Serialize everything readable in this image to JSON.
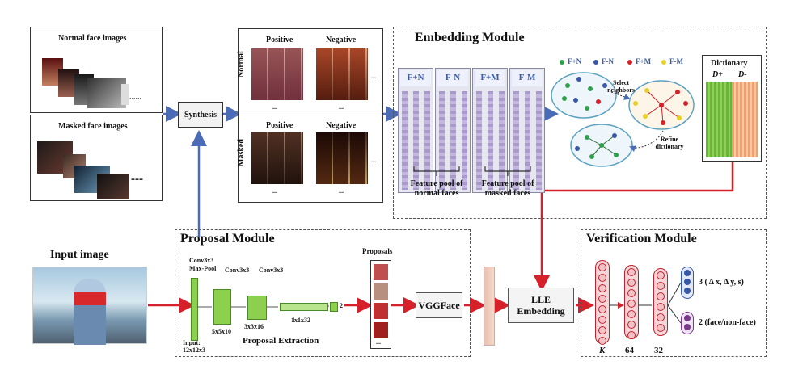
{
  "colors": {
    "red_arrow": "#d6202a",
    "blue_arrow": "#4a6bb5",
    "green": "#7dc242",
    "purple": "#a999cc",
    "orange": "#f2a97a"
  },
  "normal_box": {
    "title": "Normal face images",
    "ellipsis": "......"
  },
  "masked_box": {
    "title": "Masked face images",
    "ellipsis": "......"
  },
  "synthesis": {
    "label": "Synthesis"
  },
  "samples": {
    "positive": "Positive",
    "negative": "Negative",
    "normal_side": "Normal",
    "masked_side": "Masked",
    "more": "..."
  },
  "embedding": {
    "title": "Embedding Module",
    "fp_labels": [
      "F+N",
      "F-N",
      "F+M",
      "F-M"
    ],
    "pool_normal": "Feature pool of normal faces",
    "pool_masked": "Feature pool of masked faces",
    "legend": [
      "F+N",
      "F-N",
      "F+M",
      "F-M"
    ],
    "select_neighbors": "Select neighbors",
    "refine_dictionary": "Refine dictionary",
    "dictionary_title": "Dictionary",
    "d_plus": "D+",
    "d_minus": "D-"
  },
  "input": {
    "title": "Input image"
  },
  "proposal": {
    "title": "Proposal Module",
    "conv1": "Conv3x3 Max-Pool",
    "conv2": "Conv3x3",
    "conv3": "Conv3x3",
    "input_size": "Input: 12x12x3",
    "s1": "5x5x10",
    "s2": "3x3x16",
    "s3": "1x1x32",
    "out": "2",
    "extraction": "Proposal Extraction",
    "proposals": "Proposals",
    "more": "..."
  },
  "vggface": {
    "label": "VGGFace"
  },
  "lle": {
    "label": "LLE Embedding"
  },
  "verification": {
    "title": "Verification Module",
    "layers": [
      "K",
      "64",
      "32"
    ],
    "out1": "3 ( Δ x, Δ y, s)",
    "out2": "2  (face/non-face)"
  }
}
